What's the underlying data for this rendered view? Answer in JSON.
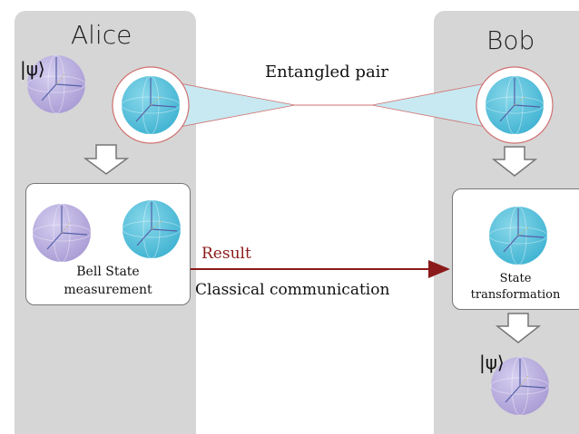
{
  "alice": {
    "title": "Alice",
    "psi_label": "|ψ⟩",
    "bell_line1": "Bell State",
    "bell_line2": "measurement"
  },
  "bob": {
    "title": "Bob",
    "psi_label": "|ψ⟩",
    "state_line1": "State",
    "state_line2": "transformation"
  },
  "entangled_label": "Entangled pair",
  "result_label": "Result",
  "classical_label": "Classical communication",
  "colors": {
    "panel": "#d6d6d6",
    "sphere_psi": "#b8aedc",
    "sphere_entangled": "#5ec4dc",
    "cone": "#c8e9f1",
    "cone_edge": "#d07070",
    "result_arrow": "#8b1a1a"
  }
}
